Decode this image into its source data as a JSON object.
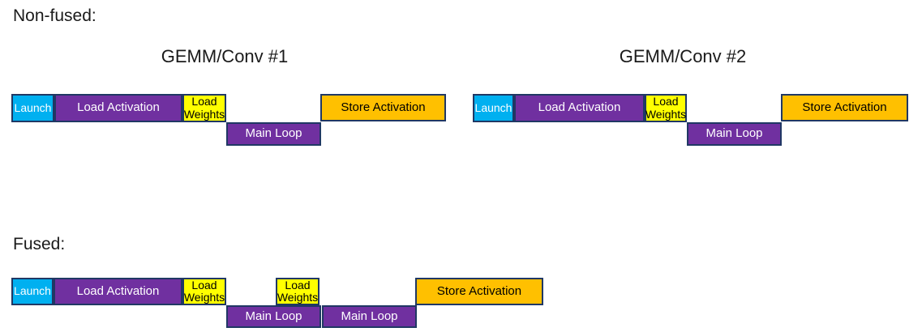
{
  "colors": {
    "launch_fill": "#00B0F0",
    "load_fill": "#7030A0",
    "weights_fill": "#FFFF00",
    "store_fill": "#FFC000",
    "block_border": "#203864",
    "text_dark": "#1a1a1a"
  },
  "sections": {
    "non_fused": {
      "label": "Non-fused:",
      "groups": [
        {
          "title": "GEMM/Conv #1",
          "blocks": [
            {
              "name": "launch",
              "label": "Launch"
            },
            {
              "name": "load-activation",
              "label": "Load Activation"
            },
            {
              "name": "load-weights",
              "label": "Load Weights"
            },
            {
              "name": "main-loop",
              "label": "Main Loop"
            },
            {
              "name": "store-activation",
              "label": "Store Activation"
            }
          ]
        },
        {
          "title": "GEMM/Conv #2",
          "blocks": [
            {
              "name": "launch",
              "label": "Launch"
            },
            {
              "name": "load-activation",
              "label": "Load Activation"
            },
            {
              "name": "load-weights",
              "label": "Load Weights"
            },
            {
              "name": "main-loop",
              "label": "Main Loop"
            },
            {
              "name": "store-activation",
              "label": "Store Activation"
            }
          ]
        }
      ]
    },
    "fused": {
      "label": "Fused:",
      "blocks": [
        {
          "name": "launch",
          "label": "Launch"
        },
        {
          "name": "load-activation",
          "label": "Load Activation"
        },
        {
          "name": "load-weights-1",
          "label": "Load Weights"
        },
        {
          "name": "main-loop-1",
          "label": "Main Loop"
        },
        {
          "name": "load-weights-2",
          "label": "Load Weights"
        },
        {
          "name": "main-loop-2",
          "label": "Main Loop"
        },
        {
          "name": "store-activation",
          "label": "Store Activation"
        }
      ]
    }
  }
}
